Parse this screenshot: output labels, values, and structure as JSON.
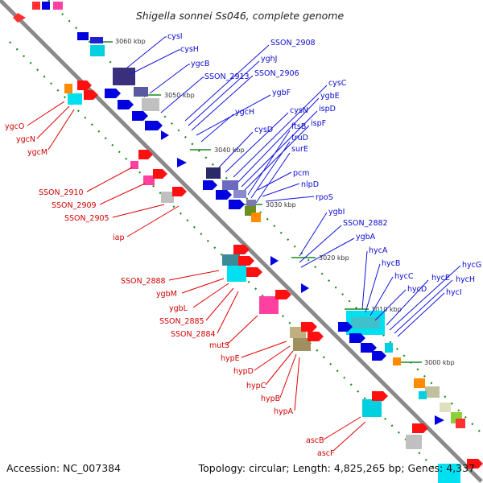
{
  "title": "Shigella sonnei Ss046, complete genome",
  "footer": {
    "accession": "Accession: NC_007384",
    "summary": "Topology: circular; Length: 4,825,265 bp; Genes: 4,337"
  },
  "colors": {
    "backbone": "#8a8a8a",
    "forward_gene": "#0000e0",
    "reverse_gene": "#ee0000",
    "tick": "#1a8a1a"
  },
  "tick_labels": [
    "3060 kbp",
    "3050 kbp",
    "3040 kbp",
    "3030 kbp",
    "3020 kbp",
    "3010 kbp",
    "3000 kbp"
  ],
  "blue_genes": [
    "cysI",
    "cysH",
    "ygcB",
    "SSON_2913",
    "SSON_2908",
    "yghJ",
    "SSON_2906",
    "ygbF",
    "ygcH",
    "cysD",
    "cysN",
    "cysC",
    "ygbE",
    "ispD",
    "ispF",
    "ftsB",
    "truD",
    "surE",
    "pcm",
    "nlpD",
    "rpoS",
    "ygbI",
    "SSON_2882",
    "ygbA",
    "hycA",
    "hycB",
    "hycC",
    "hycD",
    "hycE",
    "hycG",
    "hycH",
    "hycI"
  ],
  "red_genes": [
    "ygcO",
    "ygcN",
    "ygcM",
    "SSON_2910",
    "SSON_2909",
    "SSON_2905",
    "iap",
    "SSON_2888",
    "ygbM",
    "ygbL",
    "SSON_2885",
    "SSON_2884",
    "mutS",
    "hypE",
    "hypD",
    "hypC",
    "hypB",
    "hypA",
    "ascB",
    "ascF"
  ]
}
